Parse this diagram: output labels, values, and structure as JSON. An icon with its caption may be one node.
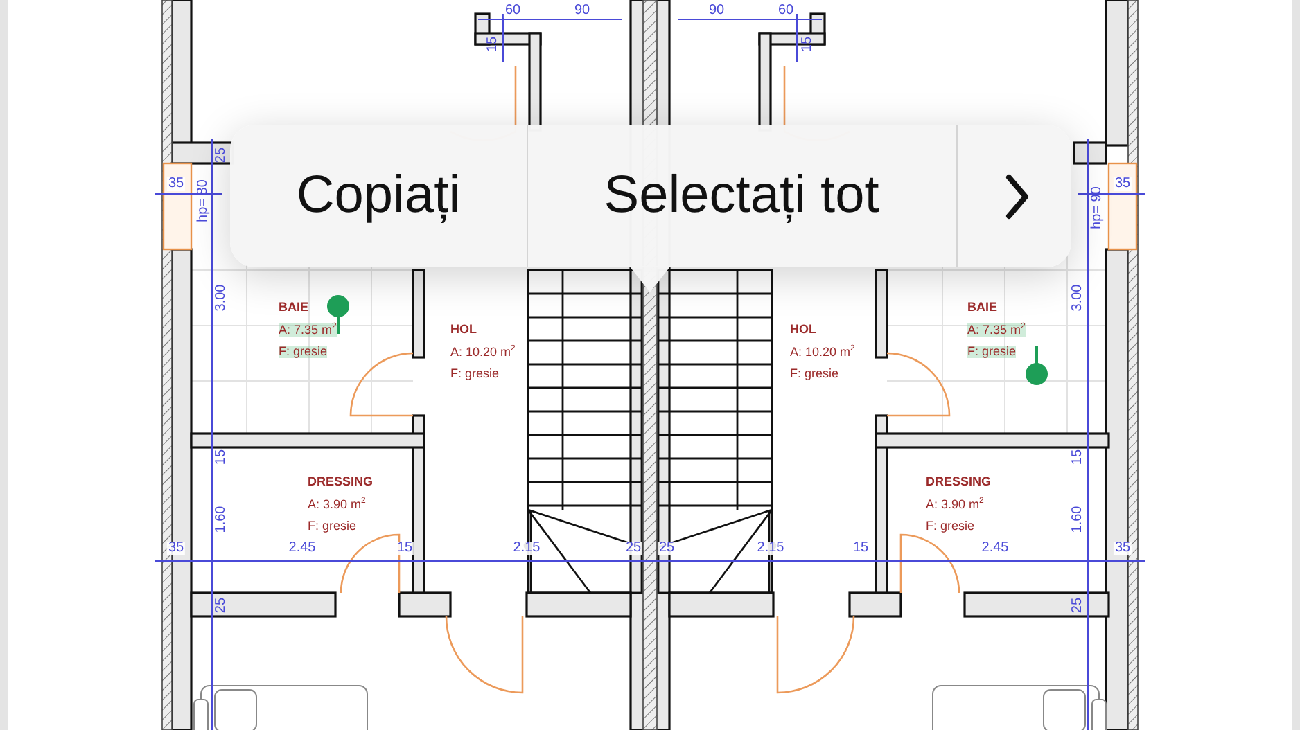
{
  "diagram": {
    "labels": [
      "60",
      "90",
      "90",
      "60",
      "15",
      "15",
      "25",
      "35",
      "hp= 80",
      "hp= 90",
      "35",
      "Copiați",
      "Selectați tot",
      "3.00",
      "BAIE",
      "A: 7.35 m$^{2}$",
      "F: gresie",
      "HOL",
      "A: 10.20 m$^{2}$",
      "F: gresie",
      "HOL",
      "A: 10.20 m$^{2}$",
      "F: gresie",
      "BAIE",
      "A: 7.35 m$^{2}$",
      "F: gresie",
      "3.00",
      "15",
      "DRESSING",
      "A: 3.90 m$^{2}$",
      "F: gresie",
      "DRESSING",
      "A: 3.90 m$^{2}$",
      "F: gresie",
      "15",
      "1.60",
      "1.60",
      "35",
      "2.45",
      "15",
      "2.15",
      "25",
      "25",
      "2.15",
      "15",
      "2.45",
      "35",
      "25",
      "25"
    ]
  }
}
